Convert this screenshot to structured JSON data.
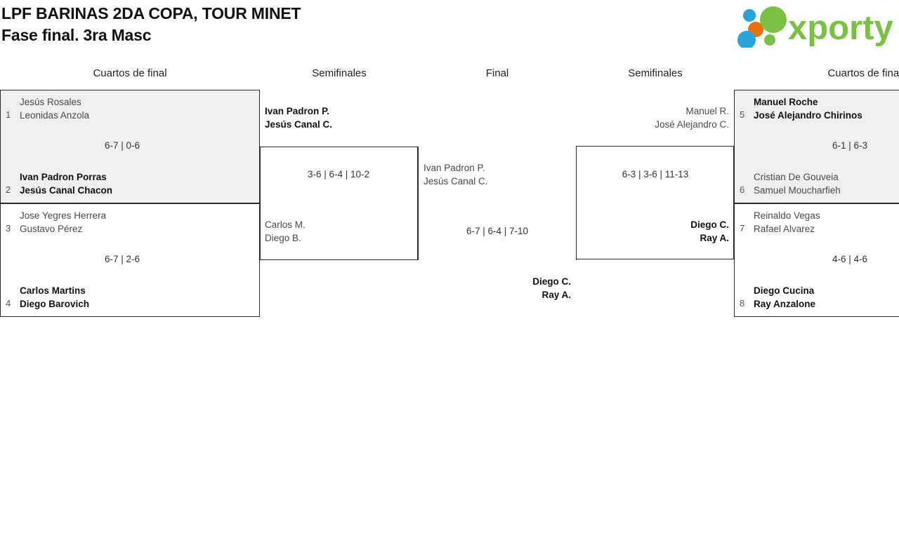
{
  "header": {
    "title_line1": "LPF BARINAS 2DA COPA, TOUR MINET",
    "title_line2": "Fase final. 3ra Masc",
    "logo_text": "xporty",
    "logo_colors": {
      "green": "#7ac143",
      "orange": "#e8700a",
      "blue": "#29a3dc"
    }
  },
  "rounds": [
    {
      "id": "qf-left",
      "label": "Cuartos de final"
    },
    {
      "id": "sf-left",
      "label": "Semifinales"
    },
    {
      "id": "final",
      "label": "Final"
    },
    {
      "id": "sf-right",
      "label": "Semifinales"
    },
    {
      "id": "qf-right",
      "label": "Cuartos de final"
    }
  ],
  "matches": {
    "qf1": {
      "top": {
        "seed": "1",
        "p1": "Jesús Rosales",
        "p2": "Leonidas Anzola",
        "winner": false
      },
      "bottom": {
        "seed": "2",
        "p1": "Ivan Padron Porras",
        "p2": "Jesús Canal Chacon",
        "winner": true
      },
      "score": "6-7 | 0-6"
    },
    "qf2": {
      "top": {
        "seed": "3",
        "p1": "Jose Yegres Herrera",
        "p2": "Gustavo Pérez",
        "winner": false
      },
      "bottom": {
        "seed": "4",
        "p1": "Carlos Martins",
        "p2": "Diego Barovich",
        "winner": true
      },
      "score": "6-7 | 2-6"
    },
    "qf3": {
      "top": {
        "seed": "5",
        "p1": "Manuel Roche",
        "p2": "José Alejandro Chirinos",
        "winner": true
      },
      "bottom": {
        "seed": "6",
        "p1": "Cristian De Gouveia",
        "p2": "Samuel Moucharfieh",
        "winner": false
      },
      "score": "6-1 | 6-3"
    },
    "qf4": {
      "top": {
        "seed": "7",
        "p1": "Reinaldo Vegas",
        "p2": "Rafael Alvarez",
        "winner": false
      },
      "bottom": {
        "seed": "8",
        "p1": "Diego Cucina",
        "p2": "Ray Anzalone",
        "winner": true
      },
      "score": "4-6 | 4-6"
    },
    "sf1": {
      "top": {
        "p1": "Ivan Padron P.",
        "p2": "Jesús Canal C.",
        "winner": true
      },
      "bottom": {
        "p1": "Carlos M.",
        "p2": "Diego B.",
        "winner": false
      },
      "score": "3-6 | 6-4 | 10-2"
    },
    "sf2": {
      "top": {
        "p1": "Manuel R.",
        "p2": "José Alejandro C.",
        "winner": false
      },
      "bottom": {
        "p1": "Diego C.",
        "p2": "Ray A.",
        "winner": true
      },
      "score": "6-3 | 3-6 | 11-13"
    },
    "final": {
      "top": {
        "p1": "Ivan Padron P.",
        "p2": "Jesús Canal C.",
        "winner": false
      },
      "bottom": {
        "p1": "Diego C.",
        "p2": "Ray A.",
        "winner": true
      },
      "score": "6-7 | 6-4 | 7-10"
    }
  }
}
